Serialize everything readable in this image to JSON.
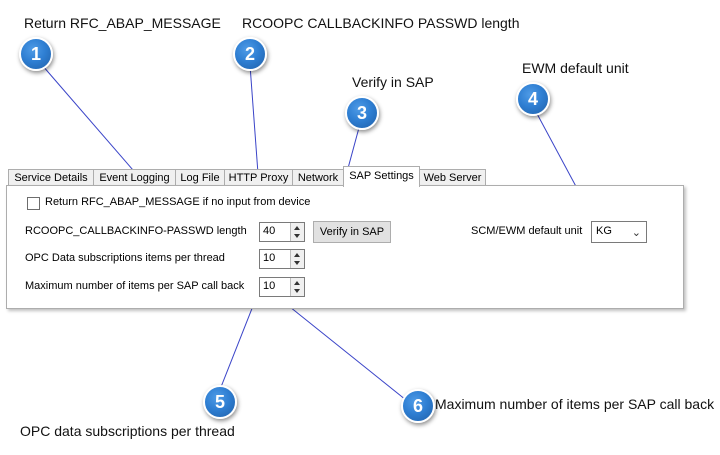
{
  "callouts": [
    {
      "number": "1",
      "text": "Return RFC_ABAP_MESSAGE"
    },
    {
      "number": "2",
      "text": "RCOOPC CALLBACKINFO PASSWD length"
    },
    {
      "number": "3",
      "text": "Verify in SAP"
    },
    {
      "number": "4",
      "text": "EWM default unit"
    },
    {
      "number": "5",
      "text": "OPC data subscriptions per thread"
    },
    {
      "number": "6",
      "text": "Maximum number of items per SAP call back"
    }
  ],
  "tabs": [
    {
      "label": "Service Details"
    },
    {
      "label": "Event Logging"
    },
    {
      "label": "Log File"
    },
    {
      "label": "HTTP Proxy"
    },
    {
      "label": "Network"
    },
    {
      "label": "SAP Settings",
      "active": true
    },
    {
      "label": "Web Server"
    }
  ],
  "settings": {
    "return_message_label": "Return RFC_ABAP_MESSAGE if no input from device",
    "return_message_checked": false,
    "passwd_length_label": "RCOOPC_CALLBACKINFO-PASSWD length",
    "passwd_length_value": "40",
    "verify_button": "Verify in SAP",
    "subscriptions_label": "OPC Data subscriptions items per thread",
    "subscriptions_value": "10",
    "max_items_label": "Maximum number of items per SAP call back",
    "max_items_value": "10",
    "default_unit_label": "SCM/EWM default unit",
    "default_unit_value": "KG"
  },
  "colors": {
    "badge": "#2f7fd3",
    "leader_line": "#3a44c8"
  }
}
